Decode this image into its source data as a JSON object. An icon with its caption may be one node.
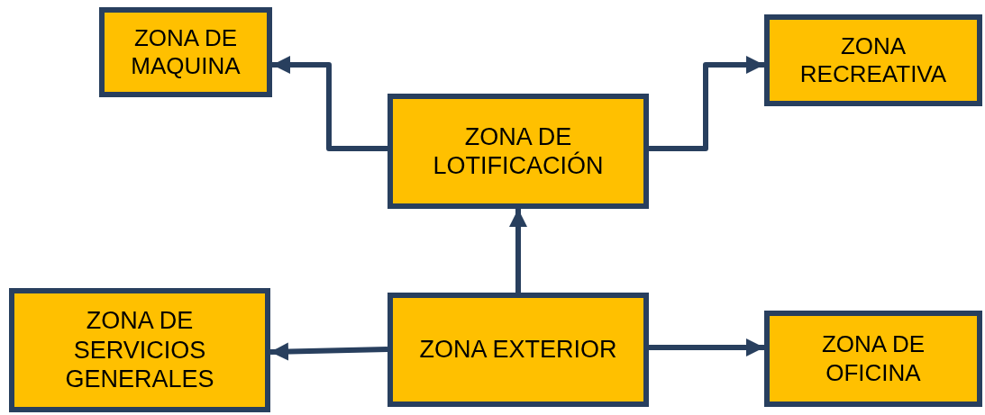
{
  "diagram": {
    "nodes": [
      {
        "text": [
          "ZONA DE MAQUINA"
        ]
      },
      {
        "text": [
          "ZONA RECREATIVA"
        ]
      },
      {
        "text": [
          "ZONA DE LOTIFICACIÓN"
        ]
      },
      {
        "text": [
          "ZONA DE SERVICIOS GENERALES"
        ]
      },
      {
        "text": [
          "ZONA EXTERIOR"
        ]
      },
      {
        "text": [
          "ZONA DE OFICINA"
        ]
      }
    ],
    "edges": [
      {
        "from": 2,
        "to": 0,
        "arrow": "to"
      },
      {
        "from": 2,
        "to": 1,
        "arrow": "to"
      },
      {
        "from": 4,
        "to": 2,
        "arrow": "to"
      },
      {
        "from": 4,
        "to": 3,
        "arrow": "to"
      },
      {
        "from": 4,
        "to": 5,
        "arrow": "to"
      }
    ]
  }
}
